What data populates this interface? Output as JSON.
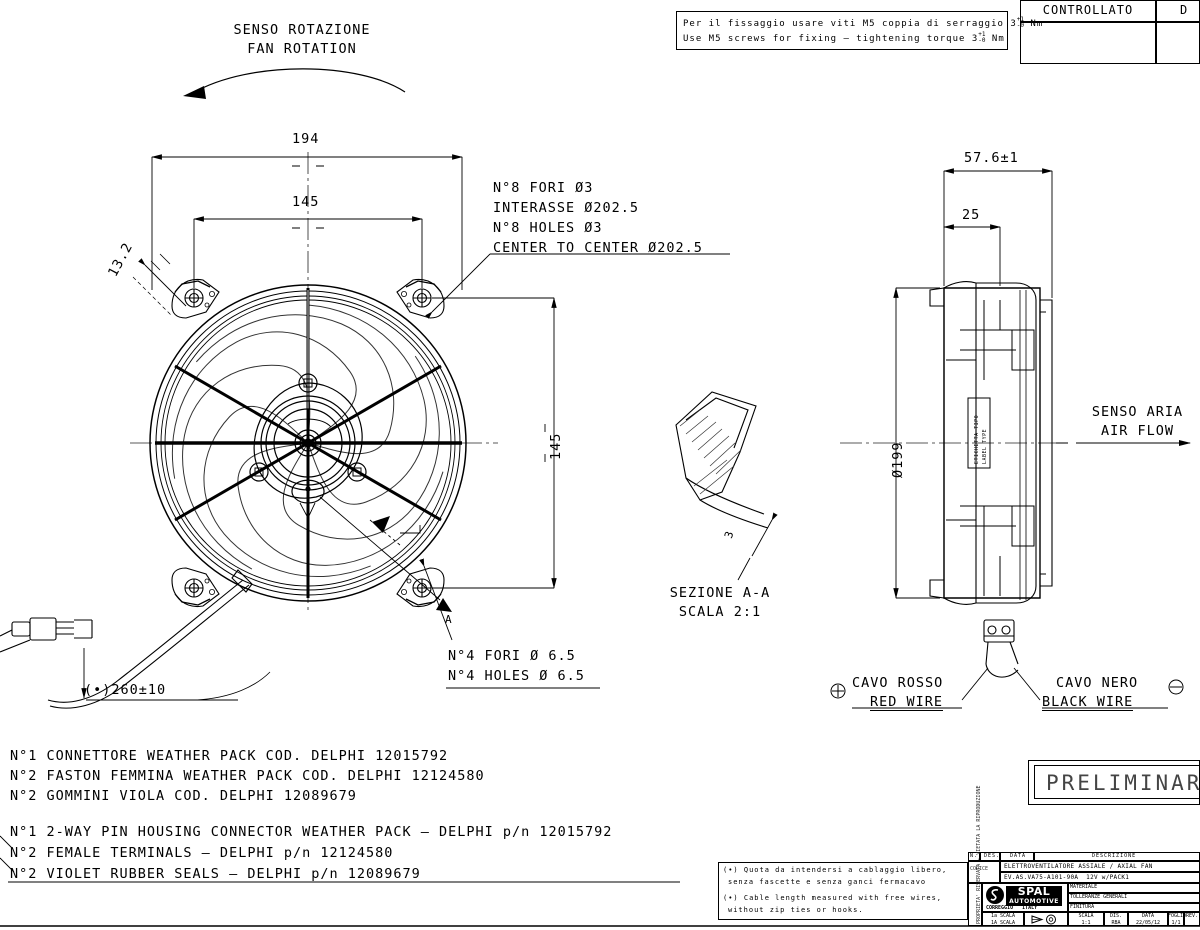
{
  "drawing": {
    "fan_rotation": {
      "it": "SENSO ROTAZIONE",
      "en": "FAN ROTATION"
    },
    "air_flow": {
      "it": "SENSO ARIA",
      "en": "AIR FLOW"
    },
    "section": {
      "it": "SEZIONE A-A",
      "scale": "SCALA 2:1"
    },
    "section_letter": "A",
    "label_type": {
      "it": "ETICHETTA TIPO",
      "en": "LABEL TYPE"
    }
  },
  "notes": {
    "screw_note": {
      "it": "Per il fissaggio usare viti M5 coppia di serraggio 3",
      "it_tail": "Nm",
      "en": "Use M5 screws for fixing – tightening torque 3",
      "en_tail": "Nm",
      "tol_up": "+1",
      "tol_dn": "-0"
    },
    "cable_note": {
      "it_line1": "(•) Quota da intendersi a cablaggio libero,",
      "it_line2": "senza fascette e senza ganci fermacavo",
      "en_line1": "(•) Cable length measured with free wires,",
      "en_line2": "without zip ties or hooks."
    },
    "bom": [
      "N°1 CONNETTORE WEATHER PACK COD. DELPHI 12015792",
      "N°2 FASTON FEMMINA WEATHER PACK COD. DELPHI 12124580",
      "N°2 GOMMINI VIOLA COD. DELPHI 12089679",
      "N°1 2-WAY PIN HOUSING CONNECTOR WEATHER PACK – DELPHI p/n 12015792",
      "N°2 FEMALE TERMINALS – DELPHI p/n 12124580",
      "N°2 VIOLET RUBBER SEALS – DELPHI p/n 12089679"
    ]
  },
  "dimensions": {
    "width_outer": "194",
    "width_inner": "145",
    "height_inner": "145",
    "corner_chamfer": "13.2",
    "depth_total": "57.6±1",
    "depth_step": "25",
    "diameter_side": "Ø199",
    "cable_length": "(•)260±10",
    "section_thk": "3"
  },
  "callouts": {
    "holes8": {
      "l1": "N°8 FORI Ø3",
      "l2": "INTERASSE Ø202.5",
      "l3": "N°8 HOLES Ø3",
      "l4": "CENTER TO CENTER Ø202.5"
    },
    "holes4": {
      "l1": "N°4 FORI Ø 6.5",
      "l2": "N°4 HOLES Ø 6.5"
    }
  },
  "wires": {
    "red": {
      "it": "CAVO ROSSO",
      "en": "RED WIRE",
      "polarity": "⊕"
    },
    "black": {
      "it": "CAVO NERO",
      "en": "BLACK WIRE",
      "polarity": "⊖"
    }
  },
  "title_block": {
    "controllato": "CONTROLLATO",
    "disegnato": "D",
    "preliminary": "PRELIMINARY",
    "product_it_en": "ELETTROVENTILATORE ASSIALE / AXIAL FAN",
    "part_number": "EV.AS.VA75-A101-90A  12V w/PACK1",
    "brand": "SPAL",
    "brand_sub": "AUTOMOTIVE",
    "brand_city": "CORREGGIO   ITALY",
    "rev_header": [
      "N.",
      "DES.",
      "DATA",
      "DESCRIZIONE"
    ],
    "footer_labels": [
      "SCALA",
      "DIS.",
      "DATA",
      "FOGLIO",
      "REV."
    ],
    "footer_values": [
      "1:1",
      "RBA",
      "22/05/12",
      "1/1",
      ""
    ],
    "material_label": "MATERIALE",
    "tolerance_label": "TOLLERANZE GENERALI",
    "finish_label": "FINITURA",
    "proj_label": "1a SCALA"
  },
  "colors": {
    "line": "#000000",
    "paper": "#ffffff",
    "ghost": "#555555"
  }
}
